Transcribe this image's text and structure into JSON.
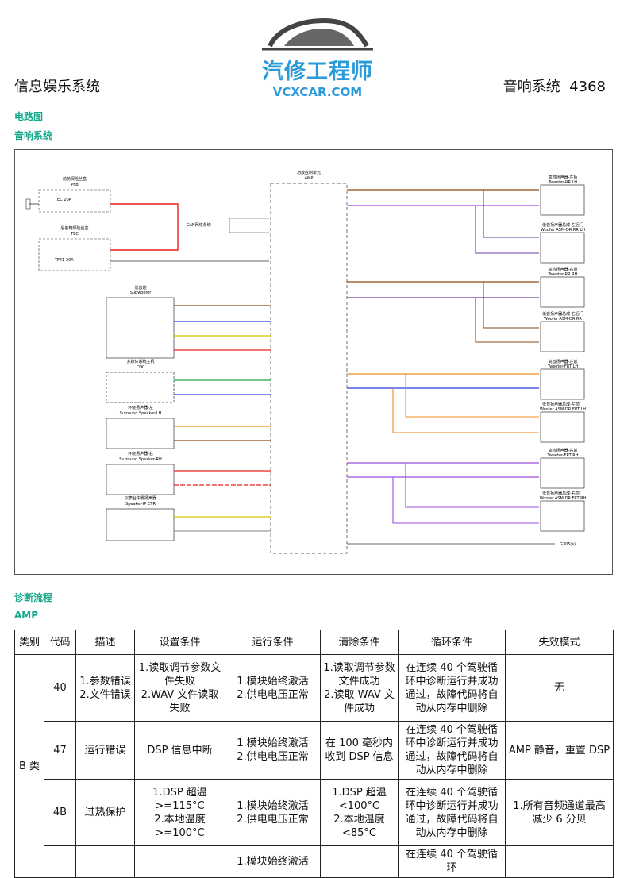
{
  "logo": {
    "cn": "汽修工程师",
    "en": "VCXCAR.COM"
  },
  "header": {
    "left": "信息娱乐系统",
    "right": "音响系统  4368"
  },
  "sections": {
    "circuit": "电路图",
    "system": "音响系统",
    "diag": "诊断流程",
    "amp": "AMP"
  },
  "diagram": {
    "fuse_box_front": "前舱保险丝盒",
    "pfb": "PFB",
    "fuse_box_rear": "后备箱保险丝盒",
    "tec": "TEC",
    "f1": "TEC 20A",
    "f2": "TF41 30A",
    "amp_title": "功放控制单元",
    "amp": "AMP",
    "can": "CAN网络系统",
    "subwoofer_cn": "低音炮",
    "subwoofer": "Subwoofer",
    "cdc_cn": "多媒体系统主机",
    "cdc": "CDC",
    "slh_cn": "环绕扬声器-左",
    "slh": "Surround Speaker-LH",
    "srh_cn": "环绕扬声器-右",
    "srh": "Surround Speaker-RH",
    "ctr_cn": "仪表台中置扬声器",
    "ctr": "Speaker-IP CTR",
    "tw_rr_lh_cn": "高音扬声器-左后",
    "tw_rr_lh": "Tweeter-RR LH",
    "wf_rr_lh_cn": "低音扬声器总成-左后门",
    "wf_rr_lh": "Woofer ASM-DR RR LH",
    "tw_rr_rh_cn": "高音扬声器-右后",
    "tw_rr_rh": "Tweeter-RR RH",
    "wf_rr_rh_cn": "低音扬声器总成-右后门",
    "wf_rr_rh": "Woofer ASM-DR RR",
    "tw_frt_lh_cn": "高音扬声器-左前",
    "tw_frt_lh": "Tweeter-FRT LH",
    "wf_frt_lh_cn": "低音扬声器总成-左前门",
    "wf_frt_lh": "Woofer ASM-DR FRT LH",
    "tw_frt_rh_cn": "高音扬声器-右前",
    "tw_frt_rh": "Tweeter-FRT RH",
    "wf_frt_rh_cn": "低音扬声器总成-右前门",
    "wf_frt_rh": "Woofer ASM-DR FRT RH",
    "ground": "G305(s)",
    "colors": {
      "red": "#e8221c",
      "brown": "#8a4a16",
      "blue": "#2a3ee0",
      "yellow": "#d8c200",
      "green": "#1ea83a",
      "orange": "#f08a20",
      "purple": "#9a4ce0",
      "violet": "#6a3aa0",
      "gray": "#999999"
    }
  },
  "table": {
    "headers": [
      "类别",
      "代码",
      "描述",
      "设置条件",
      "运行条件",
      "清除条件",
      "循环条件",
      "失效模式"
    ],
    "category": "B 类",
    "rows": [
      {
        "code": "40",
        "desc": [
          "1.参数错误",
          "2.文件错误"
        ],
        "set": [
          "1.读取调节参数文件失败",
          "2.WAV 文件读取失败"
        ],
        "run": [
          "1.模块始终激活",
          "2.供电电压正常"
        ],
        "clear": [
          "1.读取调节参数文件成功",
          "2.读取 WAV 文件成功"
        ],
        "cycle": "在连续 40 个驾驶循环中诊断运行并成功通过，故障代码将自动从内存中删除",
        "fail": "无"
      },
      {
        "code": "47",
        "desc": [
          "运行错误"
        ],
        "set": [
          "DSP 信息中断"
        ],
        "run": [
          "1.模块始终激活",
          "2.供电电压正常"
        ],
        "clear": [
          "在 100 毫秒内收到 DSP 信息"
        ],
        "cycle": "在连续 40 个驾驶循环中诊断运行并成功通过，故障代码将自动从内存中删除",
        "fail": "AMP 静音，重置 DSP"
      },
      {
        "code": "4B",
        "desc": [
          "过热保护"
        ],
        "set": [
          "1.DSP 超温 >=115°C",
          "2.本地温度 >=100°C"
        ],
        "run": [
          "1.模块始终激活",
          "2.供电电压正常"
        ],
        "clear": [
          "1.DSP 超温 <100°C",
          "2.本地温度 <85°C"
        ],
        "cycle": "在连续 40 个驾驶循环中诊断运行并成功通过，故障代码将自动从内存中删除",
        "fail": "1.所有音频通道最高减少 6 分贝"
      },
      {
        "code": "",
        "desc": [
          ""
        ],
        "set": [
          ""
        ],
        "run": [
          "1.模块始终激活"
        ],
        "clear": [
          ""
        ],
        "cycle": "在连续 40 个驾驶循环",
        "fail": ""
      }
    ]
  }
}
